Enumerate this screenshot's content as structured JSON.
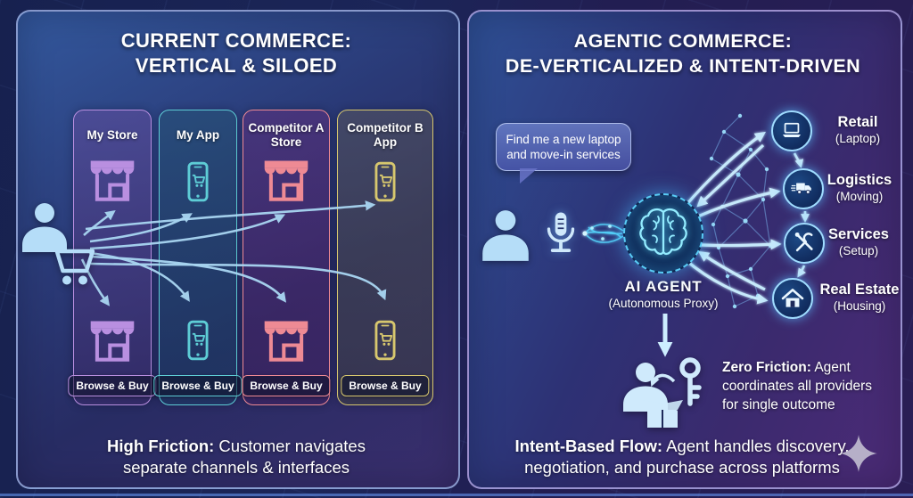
{
  "left_panel": {
    "title_line1": "CURRENT COMMERCE:",
    "title_line2": "VERTICAL & SILOED",
    "columns": [
      {
        "label": "My Store",
        "icon": "store-icon",
        "accent": "#b98fe0",
        "browse_label": "Browse & Buy"
      },
      {
        "label": "My App",
        "icon": "phone-icon",
        "accent": "#5ecdd6",
        "browse_label": "Browse & Buy"
      },
      {
        "label": "Competitor A Store",
        "icon": "store-icon",
        "accent": "#ee8a94",
        "browse_label": "Browse & Buy"
      },
      {
        "label": "Competitor B App",
        "icon": "phone-icon",
        "accent": "#d7c76e",
        "browse_label": "Browse & Buy"
      }
    ],
    "customer_icon": "person-with-shopping-cart-icon",
    "caption": {
      "bold": "High Friction:",
      "rest": " Customer navigates separate channels & interfaces"
    }
  },
  "right_panel": {
    "title_line1": "AGENTIC COMMERCE:",
    "title_line2": "DE-VERTICALIZED & INTENT-DRIVEN",
    "speech_bubble": "Find me a new laptop and move-in services",
    "agent": {
      "label": "AI AGENT",
      "sublabel": "(Autonomous Proxy)"
    },
    "categories": [
      {
        "label": "Retail",
        "sublabel": "(Laptop)",
        "icon": "laptop-icon"
      },
      {
        "label": "Logistics",
        "sublabel": "(Moving)",
        "icon": "truck-icon"
      },
      {
        "label": "Services",
        "sublabel": "(Setup)",
        "icon": "tools-icon"
      },
      {
        "label": "Real Estate",
        "sublabel": "(Housing)",
        "icon": "house-icon"
      }
    ],
    "zero_friction": {
      "bold": "Zero Friction:",
      "rest": " Agent coordinates all providers for single outcome"
    },
    "caption": {
      "bold": "Intent-Based Flow:",
      "rest": " Agent handles discovery, negotiation, and purchase across platforms"
    }
  },
  "colors": {
    "accent_cyan": "#6fd8ff",
    "arrow": "#a9d6f2",
    "panel_border_left": "#93a7dd",
    "panel_border_right": "#a79fd8",
    "person": "#b5ddf8",
    "circle_border": "#9fdcff",
    "sparkle": "#b6afc8"
  }
}
